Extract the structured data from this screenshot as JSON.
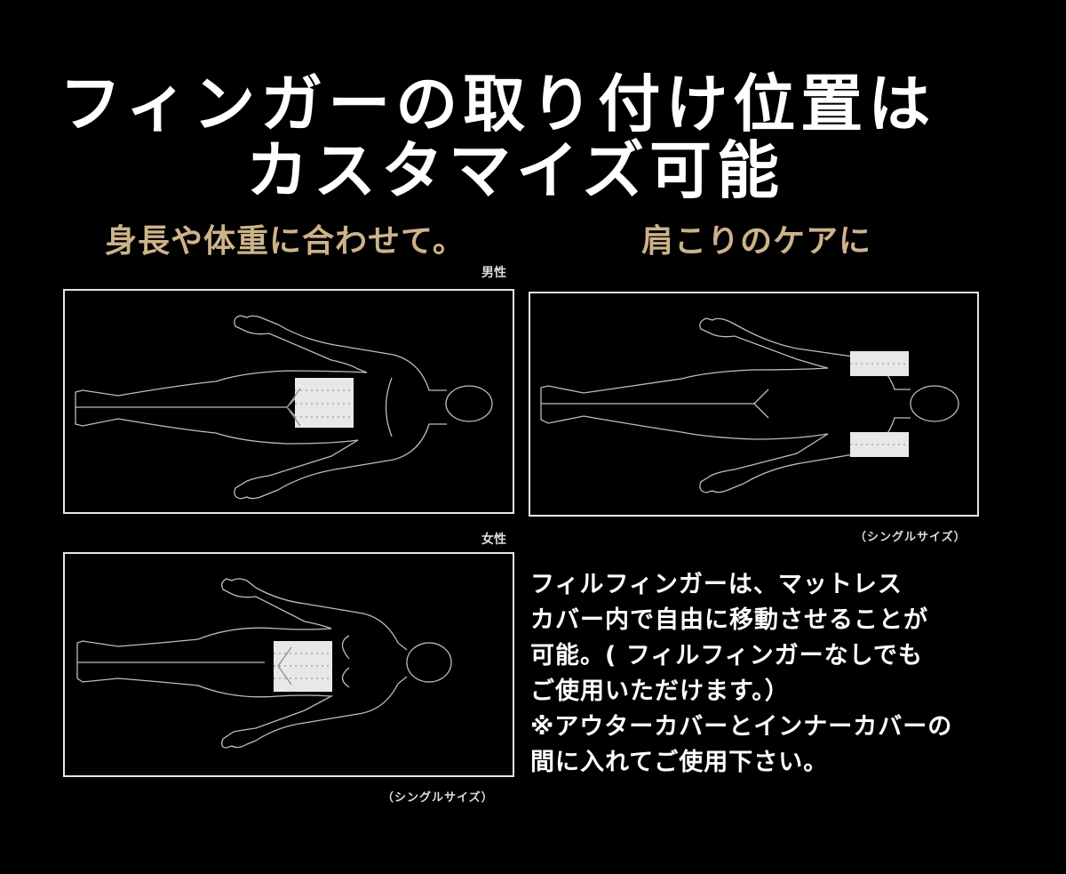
{
  "title": {
    "line1": "フィンガーの取り付け位置は",
    "line2": "カスタマイズ可能"
  },
  "subheadings": {
    "left": "身長や体重に合わせて。",
    "right": "肩こりのケアに"
  },
  "panels": {
    "male": {
      "label": "男性",
      "pad_position": "waist"
    },
    "shoulder": {
      "caption": "（シングルサイズ）",
      "pad_position": "shoulders"
    },
    "female": {
      "label": "女性",
      "caption": "（シングルサイズ）",
      "pad_position": "waist"
    }
  },
  "description": {
    "lines": [
      "フィルフィンガーは、マットレス",
      "カバー内で自由に移動させることが",
      "可能。( フィルフィンガーなしでも",
      "ご使用いただけます。）",
      "※アウターカバーとインナーカバーの",
      "間に入れてご使用下さい。"
    ]
  },
  "colors": {
    "background": "#000000",
    "title": "#ffffff",
    "subheading": "#cdb38a",
    "frame": "#e6e6e6",
    "figure_line": "#bdbdbd",
    "pad": "#e8e8e8"
  }
}
